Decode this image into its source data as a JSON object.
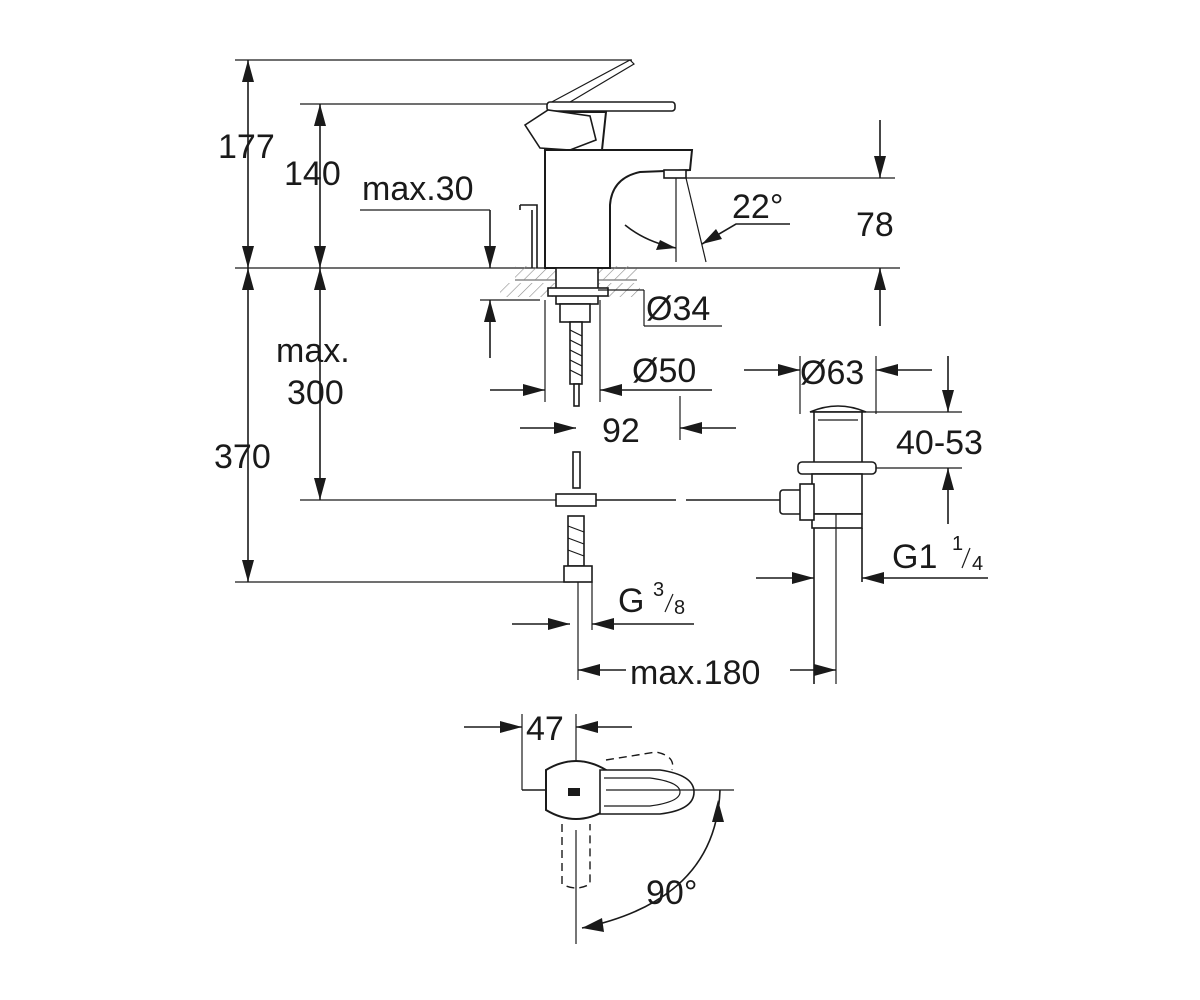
{
  "dimensions": {
    "overall_height": "177",
    "spout_height": "140",
    "max_deck_thickness": "max.30",
    "spout_angle": "22°",
    "outlet_height": "78",
    "hole_diameter": "Ø34",
    "max_label": "max.",
    "max_depth": "300",
    "flange_diameter": "Ø50",
    "total_height": "370",
    "reach": "92",
    "drain_diameter": "Ø63",
    "drain_range": "40-53",
    "connection_base": "G",
    "connection_num": "3",
    "connection_den": "8",
    "waste_base": "G1",
    "waste_num": "1",
    "waste_den": "4",
    "max_pullrod": "max.180",
    "lever_offset": "47",
    "rotation": "90°"
  },
  "colors": {
    "line": "#1a1a1a",
    "hatch": "#8a8a8a",
    "background": "#ffffff"
  }
}
